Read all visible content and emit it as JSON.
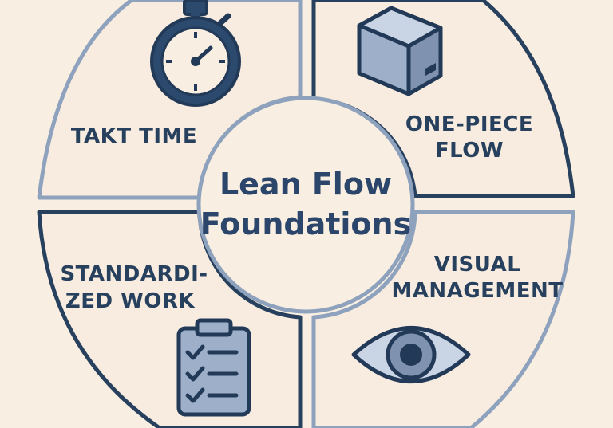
{
  "center": {
    "line1": "Lean Flow",
    "line2": "Foundations"
  },
  "quadrants": {
    "top_left": {
      "label": "TAKT TIME",
      "icon": "stopwatch-icon"
    },
    "top_right": {
      "label_line1": "ONE-PIECE",
      "label_line2": "FLOW",
      "icon": "box-icon"
    },
    "bottom_left": {
      "label_line1": "STANDARDI-",
      "label_line2": "ZED WORK",
      "icon": "clipboard-checklist-icon"
    },
    "bottom_right": {
      "label_line1": "VISUAL",
      "label_line2": "MANAGEMENT",
      "icon": "eye-icon"
    }
  },
  "colors": {
    "background": "#f8efe2",
    "navy": "#2b4a6e",
    "outline": "#223a57",
    "slate": "#8ea2bd",
    "icon_fill": "#9eb0c9",
    "icon_light": "#c9d4e4"
  }
}
